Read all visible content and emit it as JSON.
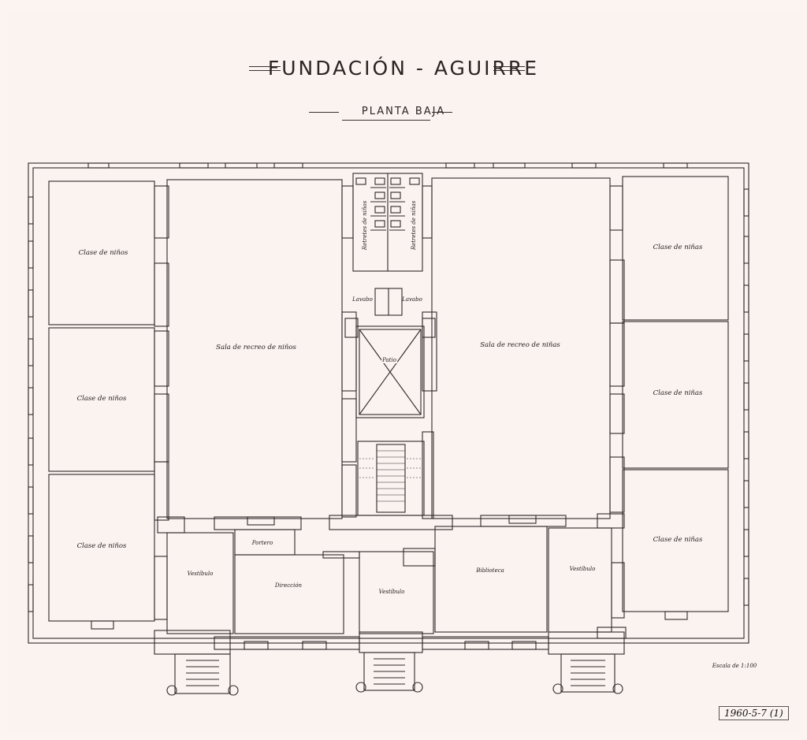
{
  "header": {
    "title": "FUNDACIÓN - AGUIRRE",
    "subtitle": "PLANTA BAJA"
  },
  "rooms": {
    "clase_ninos_1": "Clase de niños",
    "clase_ninos_2": "Clase de niños",
    "clase_ninos_3": "Clase de niños",
    "clase_ninas_1": "Clase de niñas",
    "clase_ninas_2": "Clase de niñas",
    "clase_ninas_3": "Clase de niñas",
    "sala_recreo_ninos": "Sala de recreo de niños",
    "sala_recreo_ninas": "Sala de recreo de niñas",
    "retretes_ninos": "Retretes de niños",
    "retretes_ninas": "Retretes de niñas",
    "lavabo_left": "Lavabo",
    "lavabo_right": "Lavabo",
    "patio": "Patio",
    "portero": "Portero",
    "direccion": "Dirección",
    "vestibulo_left": "Vestíbulo",
    "vestibulo_center": "Vestíbulo",
    "vestibulo_right": "Vestíbulo",
    "biblioteca": "Biblioteca"
  },
  "footer": {
    "scale": "Escala de 1:100",
    "reference": "1960-5-7 (1)"
  },
  "colors": {
    "paper": "#fbf3f0",
    "ink": "#2a2424"
  }
}
